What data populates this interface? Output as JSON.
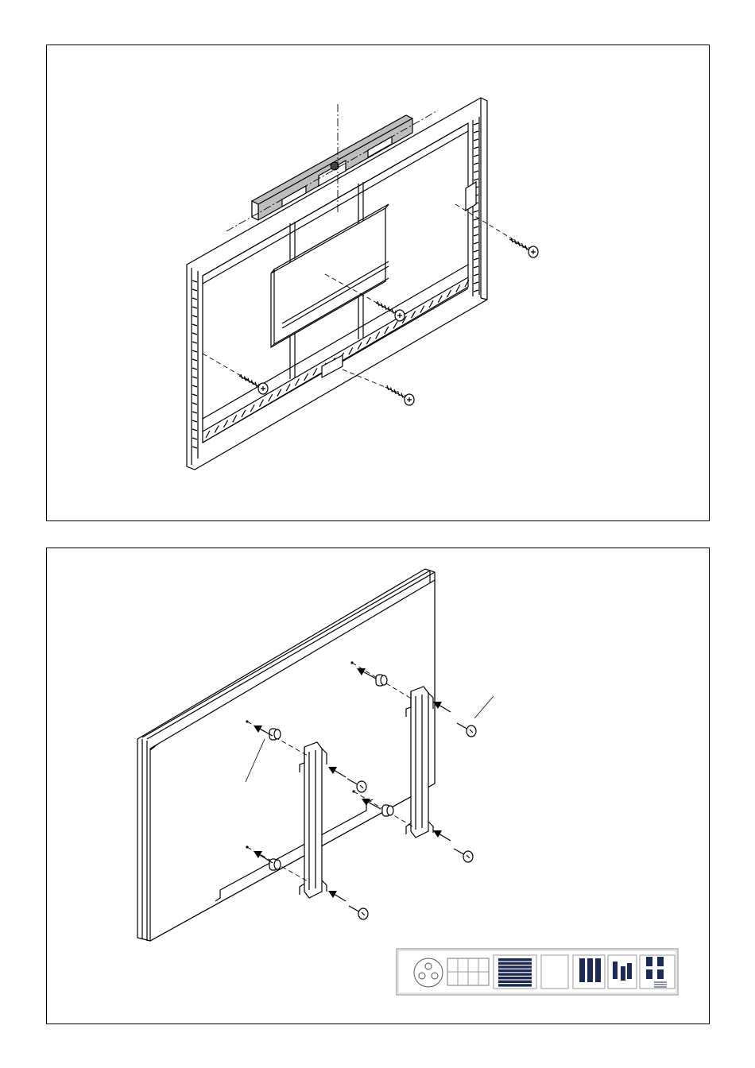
{
  "document": {
    "figures": [
      {
        "id": "step-a",
        "subject": "tv-frame-with-level-and-screws"
      },
      {
        "id": "step-b",
        "subject": "tv-back-with-brackets-spacers-and-bolts"
      }
    ],
    "icons": [
      "level-icon",
      "screw-icon",
      "spacer-icon",
      "bracket-icon",
      "arrow-icon",
      "hardware-card-icon"
    ]
  }
}
